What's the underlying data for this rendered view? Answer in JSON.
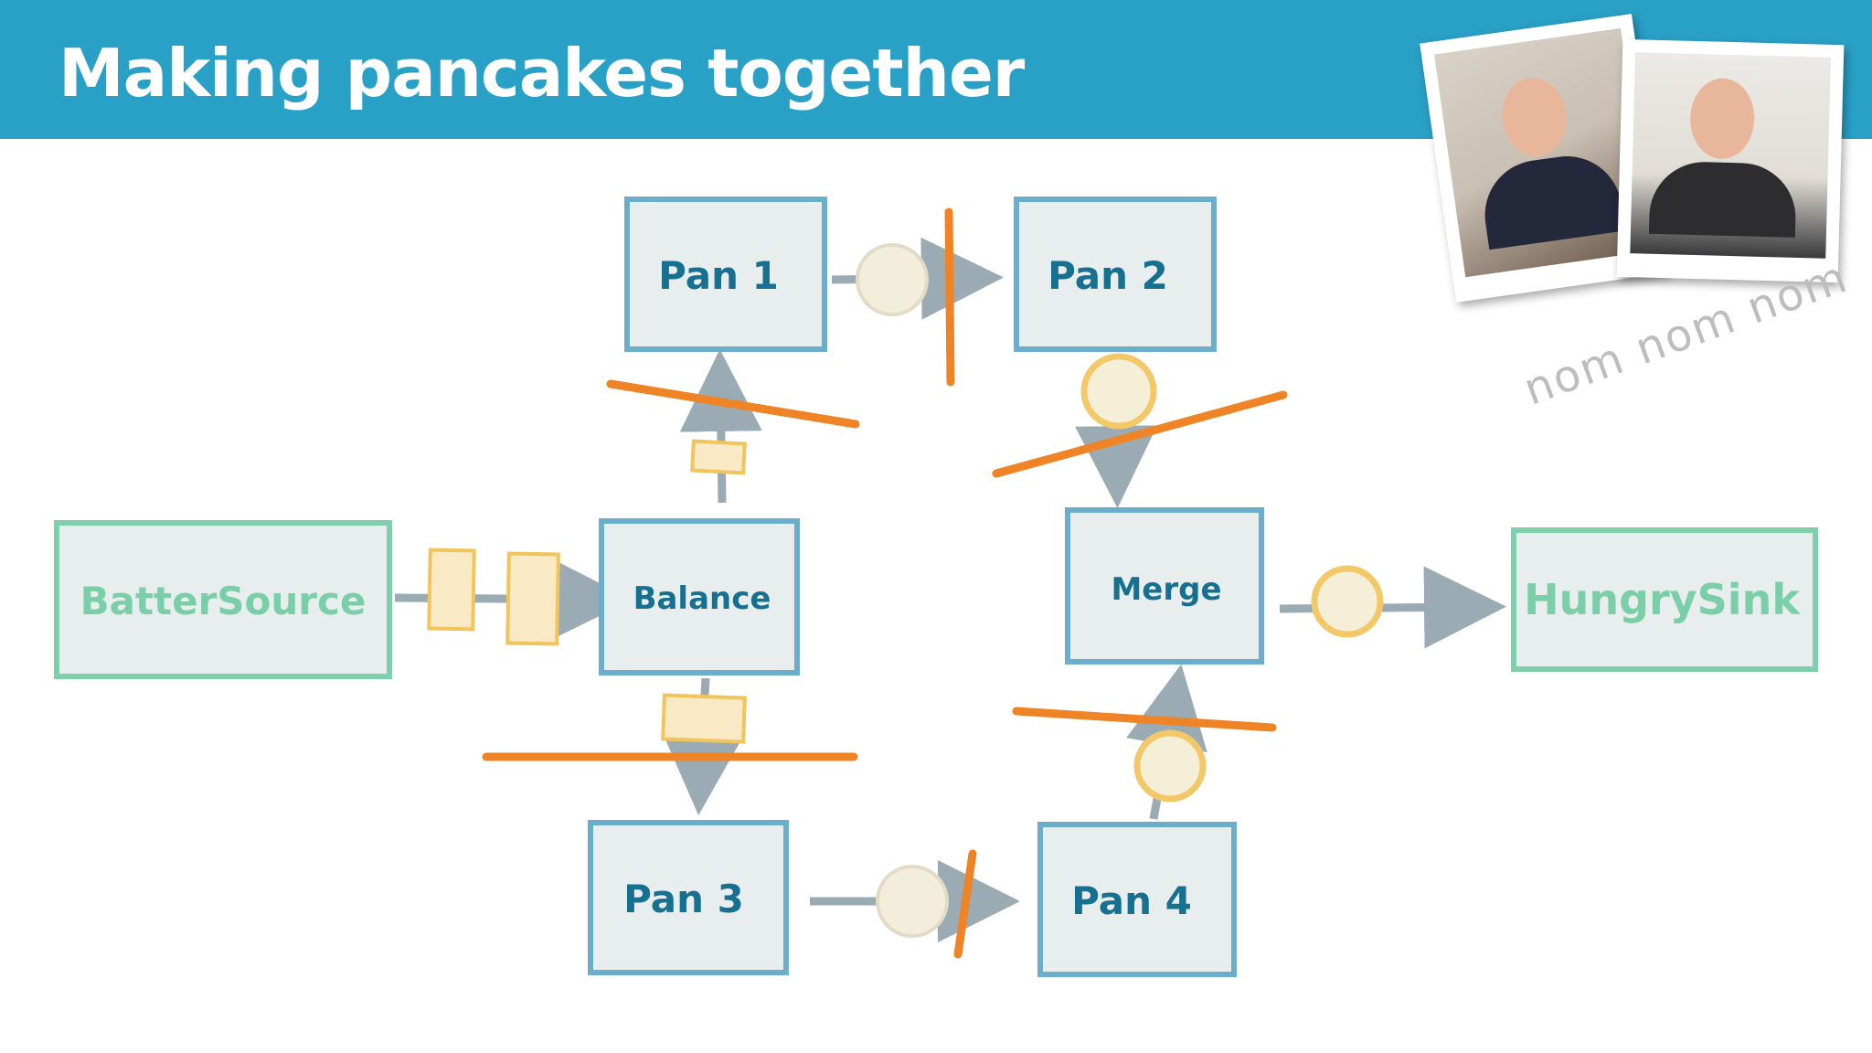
{
  "slide": {
    "title": "Making pancakes together",
    "annotation": "nom nom nom"
  },
  "diagram": {
    "nodes": [
      {
        "id": "source",
        "label": "BatterSource",
        "role": "source"
      },
      {
        "id": "balance",
        "label": "Balance",
        "role": "stage"
      },
      {
        "id": "pan1",
        "label": "Pan 1",
        "role": "stage"
      },
      {
        "id": "pan2",
        "label": "Pan 2",
        "role": "stage"
      },
      {
        "id": "pan3",
        "label": "Pan 3",
        "role": "stage"
      },
      {
        "id": "pan4",
        "label": "Pan 4",
        "role": "stage"
      },
      {
        "id": "merge",
        "label": "Merge",
        "role": "stage"
      },
      {
        "id": "sink",
        "label": "HungrySink",
        "role": "sink"
      }
    ],
    "edges": [
      {
        "from": "source",
        "to": "balance",
        "item": "batter",
        "count": 2
      },
      {
        "from": "balance",
        "to": "pan1",
        "item": "batter",
        "count": 1
      },
      {
        "from": "balance",
        "to": "pan3",
        "item": "batter",
        "count": 1
      },
      {
        "from": "pan1",
        "to": "pan2",
        "item": "half-pancake",
        "count": 1
      },
      {
        "from": "pan3",
        "to": "pan4",
        "item": "half-pancake",
        "count": 1
      },
      {
        "from": "pan2",
        "to": "merge",
        "item": "pancake",
        "count": 1
      },
      {
        "from": "pan4",
        "to": "merge",
        "item": "pancake",
        "count": 1
      },
      {
        "from": "merge",
        "to": "sink",
        "item": "pancake",
        "count": 1
      }
    ],
    "colors": {
      "stage_border": "#6aaecb",
      "stage_fill": "#e8eeee",
      "stage_text": "#17708f",
      "io_border": "#7fcfad",
      "io_text": "#7bcfa8",
      "arrow": "#9aabb3",
      "cut_line": "#ef8427",
      "batter_fill": "#f9e9c4",
      "batter_stroke": "#f1c55b",
      "pancake_fill": "#f3eedc",
      "pancake_ring": "#f2c868"
    }
  }
}
